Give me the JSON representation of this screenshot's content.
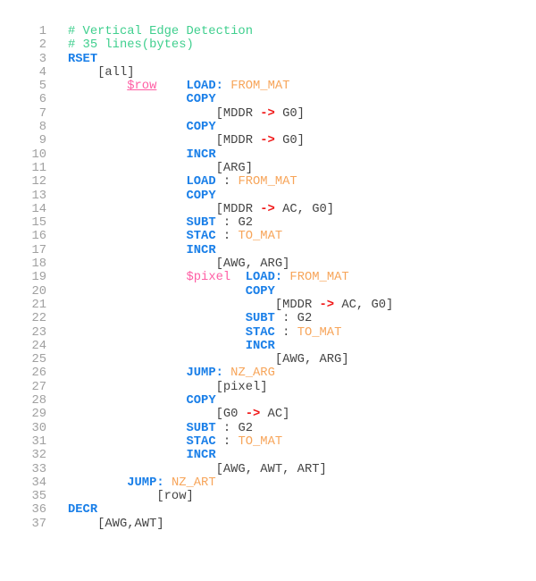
{
  "editor": {
    "colors": {
      "comment": "#3fcf8e",
      "keyword": "#1a7fe8",
      "operand": "#f7a55a",
      "label": "#ff5fa5",
      "arrow": "#f01818",
      "text": "#444444",
      "line_number": "#a0a0a0"
    },
    "lines": [
      [
        [
          "c",
          "# Vertical Edge Detection"
        ]
      ],
      [
        [
          "c",
          "# 35 lines(bytes)"
        ]
      ],
      [
        [
          "k",
          "RSET"
        ]
      ],
      [
        [
          "t",
          "    [all]"
        ]
      ],
      [
        [
          "t",
          "        "
        ],
        [
          "lu",
          "$row"
        ],
        [
          "t",
          "    "
        ],
        [
          "k",
          "LOAD:"
        ],
        [
          "t",
          " "
        ],
        [
          "o",
          "FROM_MAT"
        ]
      ],
      [
        [
          "t",
          "                "
        ],
        [
          "k",
          "COPY"
        ]
      ],
      [
        [
          "t",
          "                    [MDDR "
        ],
        [
          "a",
          "->"
        ],
        [
          "t",
          " G0]"
        ]
      ],
      [
        [
          "t",
          "                "
        ],
        [
          "k",
          "COPY"
        ]
      ],
      [
        [
          "t",
          "                    [MDDR "
        ],
        [
          "a",
          "->"
        ],
        [
          "t",
          " G0]"
        ]
      ],
      [
        [
          "t",
          "                "
        ],
        [
          "k",
          "INCR"
        ]
      ],
      [
        [
          "t",
          "                    [ARG]"
        ]
      ],
      [
        [
          "t",
          "                "
        ],
        [
          "k",
          "LOAD"
        ],
        [
          "t",
          " : "
        ],
        [
          "o",
          "FROM_MAT"
        ]
      ],
      [
        [
          "t",
          "                "
        ],
        [
          "k",
          "COPY"
        ]
      ],
      [
        [
          "t",
          "                    [MDDR "
        ],
        [
          "a",
          "->"
        ],
        [
          "t",
          " AC, G0]"
        ]
      ],
      [
        [
          "t",
          "                "
        ],
        [
          "k",
          "SUBT"
        ],
        [
          "t",
          " : G2"
        ]
      ],
      [
        [
          "t",
          "                "
        ],
        [
          "k",
          "STAC"
        ],
        [
          "t",
          " : "
        ],
        [
          "o",
          "TO_MAT"
        ]
      ],
      [
        [
          "t",
          "                "
        ],
        [
          "k",
          "INCR"
        ]
      ],
      [
        [
          "t",
          "                    [AWG, ARG]"
        ]
      ],
      [
        [
          "t",
          "                "
        ],
        [
          "l",
          "$pixel"
        ],
        [
          "t",
          "  "
        ],
        [
          "k",
          "LOAD:"
        ],
        [
          "t",
          " "
        ],
        [
          "o",
          "FROM_MAT"
        ]
      ],
      [
        [
          "t",
          "                        "
        ],
        [
          "k",
          "COPY"
        ]
      ],
      [
        [
          "t",
          "                            [MDDR "
        ],
        [
          "a",
          "->"
        ],
        [
          "t",
          " AC, G0]"
        ]
      ],
      [
        [
          "t",
          "                        "
        ],
        [
          "k",
          "SUBT"
        ],
        [
          "t",
          " : G2"
        ]
      ],
      [
        [
          "t",
          "                        "
        ],
        [
          "k",
          "STAC"
        ],
        [
          "t",
          " : "
        ],
        [
          "o",
          "TO_MAT"
        ]
      ],
      [
        [
          "t",
          "                        "
        ],
        [
          "k",
          "INCR"
        ]
      ],
      [
        [
          "t",
          "                            [AWG, ARG]"
        ]
      ],
      [
        [
          "t",
          "                "
        ],
        [
          "k",
          "JUMP:"
        ],
        [
          "t",
          " "
        ],
        [
          "o",
          "NZ_ARG"
        ]
      ],
      [
        [
          "t",
          "                    [pixel]"
        ]
      ],
      [
        [
          "t",
          "                "
        ],
        [
          "k",
          "COPY"
        ]
      ],
      [
        [
          "t",
          "                    [G0 "
        ],
        [
          "a",
          "->"
        ],
        [
          "t",
          " AC]"
        ]
      ],
      [
        [
          "t",
          "                "
        ],
        [
          "k",
          "SUBT"
        ],
        [
          "t",
          " : G2"
        ]
      ],
      [
        [
          "t",
          "                "
        ],
        [
          "k",
          "STAC"
        ],
        [
          "t",
          " : "
        ],
        [
          "o",
          "TO_MAT"
        ]
      ],
      [
        [
          "t",
          "                "
        ],
        [
          "k",
          "INCR"
        ]
      ],
      [
        [
          "t",
          "                    [AWG, AWT, ART]"
        ]
      ],
      [
        [
          "t",
          "        "
        ],
        [
          "k",
          "JUMP:"
        ],
        [
          "t",
          " "
        ],
        [
          "o",
          "NZ_ART"
        ]
      ],
      [
        [
          "t",
          "            [row]"
        ]
      ],
      [
        [
          "k",
          "DECR"
        ]
      ],
      [
        [
          "t",
          "    [AWG,AWT]"
        ]
      ]
    ]
  }
}
